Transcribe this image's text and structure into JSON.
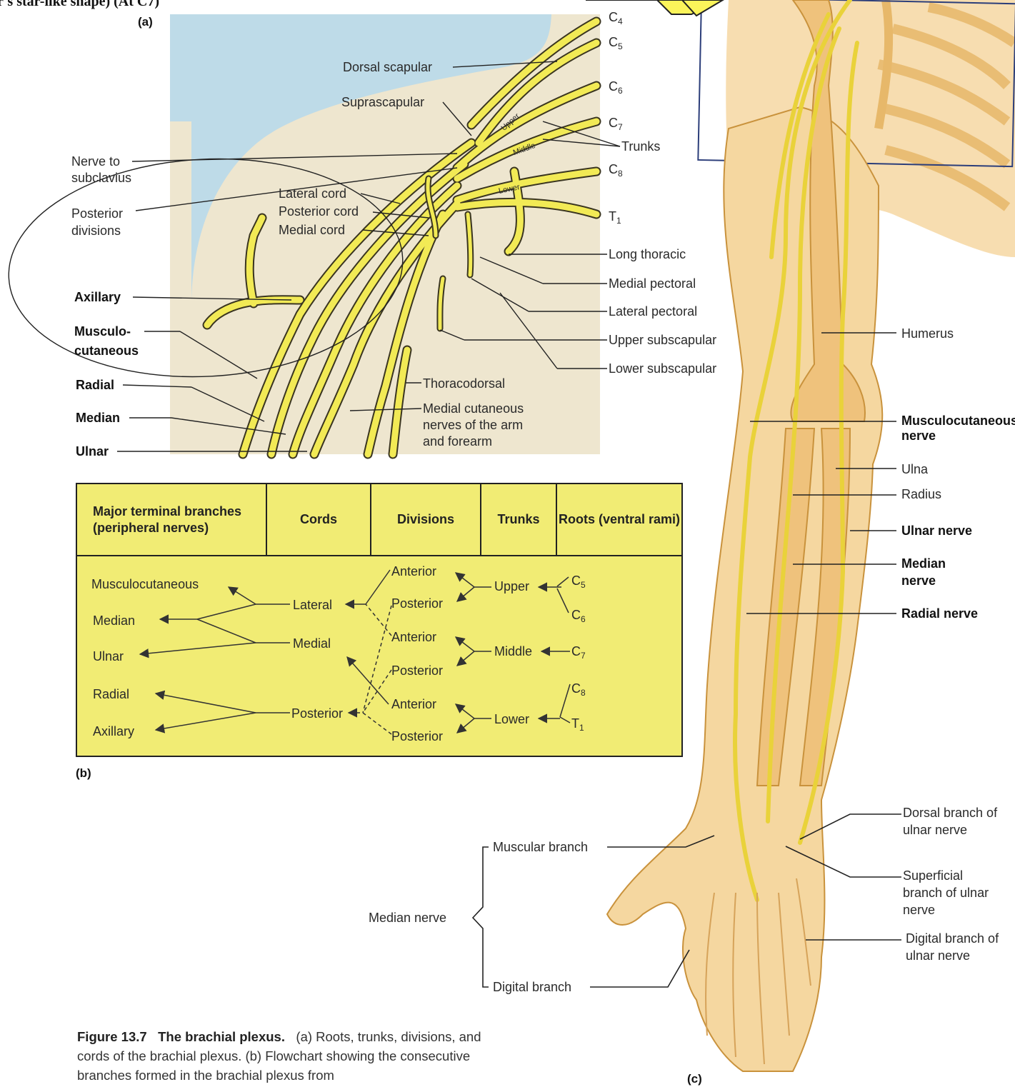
{
  "header_fragment": "r's star-like shape) (At C7)",
  "panel_a": {
    "tag": "(a)",
    "roots": [
      {
        "letter": "C",
        "sub": "4"
      },
      {
        "letter": "C",
        "sub": "5"
      },
      {
        "letter": "C",
        "sub": "6"
      },
      {
        "letter": "C",
        "sub": "7"
      },
      {
        "letter": "C",
        "sub": "8"
      },
      {
        "letter": "T",
        "sub": "1"
      }
    ],
    "trunks_label": "Trunks",
    "trunk_names": [
      "Upper",
      "Middle",
      "Lower"
    ],
    "labels": {
      "dorsal_scapular": "Dorsal scapular",
      "suprascapular": "Suprascapular",
      "nerve_to": "Nerve to",
      "subclavius": "subclavius",
      "posterior": "Posterior",
      "divisions": "divisions",
      "lateral_cord": "Lateral cord",
      "posterior_cord": "Posterior cord",
      "medial_cord": "Medial cord",
      "axillary": "Axillary",
      "musculo": "Musculo-",
      "cutaneous": "cutaneous",
      "radial": "Radial",
      "median": "Median",
      "ulnar": "Ulnar",
      "long_thoracic": "Long thoracic",
      "medial_pectoral": "Medial pectoral",
      "lateral_pectoral": "Lateral pectoral",
      "upper_subscapular": "Upper subscapular",
      "lower_subscapular": "Lower subscapular",
      "thoracodorsal": "Thoracodorsal",
      "medial_cutaneous_1": "Medial cutaneous",
      "medial_cutaneous_2": "nerves of the arm",
      "medial_cutaneous_3": "and forearm"
    }
  },
  "panel_b": {
    "tag": "(b)",
    "headers": {
      "branches": "Major terminal branches (peripheral nerves)",
      "cords": "Cords",
      "divisions": "Divisions",
      "trunks": "Trunks",
      "roots": "Roots (ventral rami)"
    },
    "nerves": [
      "Musculocutaneous",
      "Median",
      "Ulnar",
      "Radial",
      "Axillary"
    ],
    "cords": [
      "Lateral",
      "Medial",
      "Posterior"
    ],
    "divisions": [
      "Anterior",
      "Posterior",
      "Anterior",
      "Posterior",
      "Anterior",
      "Posterior"
    ],
    "trunks": [
      "Upper",
      "Middle",
      "Lower"
    ],
    "roots": [
      {
        "letter": "C",
        "sub": "5"
      },
      {
        "letter": "C",
        "sub": "6"
      },
      {
        "letter": "C",
        "sub": "7"
      },
      {
        "letter": "C",
        "sub": "8"
      },
      {
        "letter": "T",
        "sub": "1"
      }
    ]
  },
  "panel_c": {
    "tag": "(c)",
    "labels": {
      "humerus": "Humerus",
      "musculocutaneous_nerve_1": "Musculocutaneous",
      "musculocutaneous_nerve_2": "nerve",
      "ulna": "Ulna",
      "radius": "Radius",
      "ulnar_nerve": "Ulnar nerve",
      "median_nerve_1": "Median",
      "median_nerve_2": "nerve",
      "radial_nerve": "Radial nerve",
      "dorsal_branch": "Dorsal branch of ulnar nerve",
      "superficial_branch": "Superficial branch of ulnar nerve",
      "digital_branch_ulnar": "Digital branch of ulnar nerve",
      "median_nerve_group": "Median nerve",
      "muscular_branch": "Muscular branch",
      "digital_branch": "Digital branch"
    }
  },
  "caption": {
    "figure": "Figure 13.7",
    "title": "The brachial plexus.",
    "text": "(a) Roots, trunks, divisions, and cords of the brachial plexus. (b) Flowchart showing the consecutive branches formed in the brachial plexus from"
  },
  "colors": {
    "nerve": "#f2ea55",
    "nerve_outline": "#3a3520",
    "flow_bg": "#f1ec74",
    "sky": "#b8d9ea",
    "skin": "#eee6cf",
    "arm": "#f3cf92",
    "bone": "#efc27c",
    "callout": "#fbf45a"
  }
}
